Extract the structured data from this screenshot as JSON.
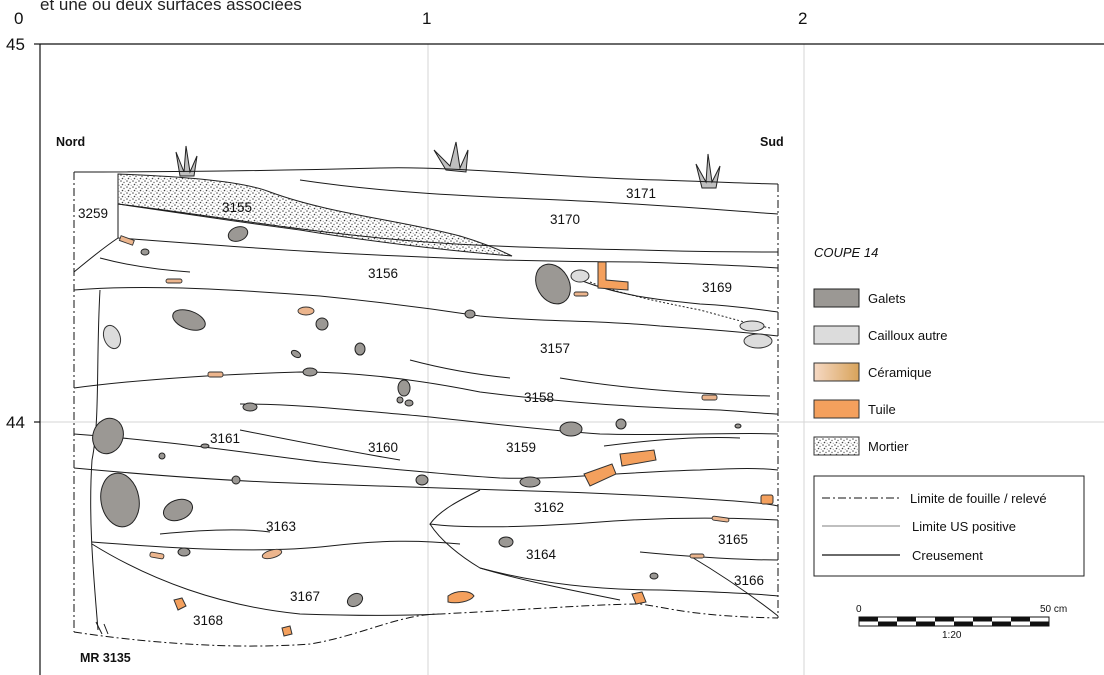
{
  "header_fragment": "et une ou deux surfaces associées",
  "axes": {
    "x_ticks": [
      "0",
      "1",
      "2"
    ],
    "y_ticks": [
      "45",
      "44"
    ]
  },
  "orientation": {
    "left": "Nord",
    "right": "Sud"
  },
  "wall_label": "MR 3135",
  "us_labels": {
    "u3259": "3259",
    "u3155": "3155",
    "u3171": "3171",
    "u3170": "3170",
    "u3156": "3156",
    "u3169": "3169",
    "u3157": "3157",
    "u3158": "3158",
    "u3161": "3161",
    "u3160": "3160",
    "u3159": "3159",
    "u3162": "3162",
    "u3163": "3163",
    "u3165": "3165",
    "u3164": "3164",
    "u3166": "3166",
    "u3167": "3167",
    "u3168": "3168"
  },
  "legend": {
    "title": "COUPE 14",
    "items": [
      {
        "label": "Galets",
        "color": "#9b9894"
      },
      {
        "label": "Cailloux autre",
        "color": "#dcdcdc"
      },
      {
        "label": "Céramique",
        "color": "#ecb58d"
      },
      {
        "label": "Tuile",
        "color": "#f4a05d"
      },
      {
        "label": "Mortier",
        "color": "#c8c8c8"
      }
    ],
    "lines": [
      {
        "label": "Limite de fouille / relevé",
        "style": "dash-dot"
      },
      {
        "label": "Limite US positive",
        "style": "thin"
      },
      {
        "label": "Creusement",
        "style": "solid"
      }
    ]
  },
  "scale_bar": {
    "start": "0",
    "end": "50 cm",
    "ratio": "1:20"
  }
}
